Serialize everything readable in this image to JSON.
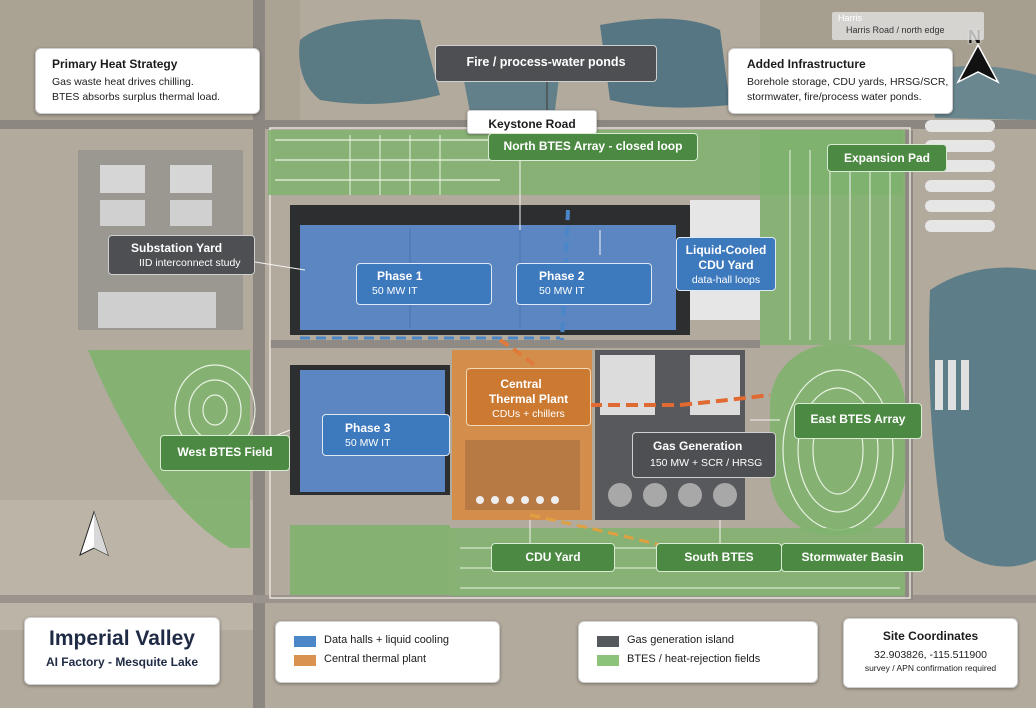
{
  "map": {
    "north_label": "N",
    "harris_short": "Harris",
    "harris_road": "Harris Road / north edge"
  },
  "info": {
    "primary_heat": {
      "title": "Primary Heat Strategy",
      "line1": "Gas waste heat drives chilling.",
      "line2": "BTES absorbs surplus thermal load."
    },
    "added_infra": {
      "title": "Added Infrastructure",
      "line1": "Borehole storage, CDU yards, HRSG/SCR,",
      "line2": "stormwater, fire/process water ponds."
    }
  },
  "callouts": {
    "ponds": "Fire / process-water ponds",
    "keystone_road": "Keystone Road",
    "north_btes": "North BTES Array - closed loop",
    "expansion_pad": "Expansion Pad",
    "substation": {
      "title": "Substation Yard",
      "sub": "IID interconnect study"
    },
    "phase1": {
      "title": "Phase 1",
      "sub": "50 MW IT"
    },
    "phase2": {
      "title": "Phase 2",
      "sub": "50 MW IT"
    },
    "liquid_cdu": {
      "title1": "Liquid-Cooled",
      "title2": "CDU Yard",
      "sub": "data-hall loops"
    },
    "thermal": {
      "title1": "Central",
      "title2": "Thermal Plant",
      "sub": "CDUs + chillers"
    },
    "phase3": {
      "title": "Phase 3",
      "sub": "50 MW IT"
    },
    "gas_gen": {
      "title": "Gas Generation",
      "sub": "150 MW + SCR / HRSG"
    },
    "west_btes": "West BTES Field",
    "east_btes": "East BTES Array",
    "cdu_yard": "CDU Yard",
    "south_btes": "South BTES",
    "stormwater": "Stormwater Basin"
  },
  "legend": {
    "data_halls": "Data halls + liquid cooling",
    "thermal_plant": "Central thermal plant",
    "gas_island": "Gas generation island",
    "btes_fields": "BTES / heat-rejection fields"
  },
  "footer": {
    "title": "Imperial Valley",
    "subtitle": "AI Factory - Mesquite Lake",
    "coords_title": "Site Coordinates",
    "coords_value": "32.903826, -115.511900",
    "coords_note": "survey / APN confirmation required"
  },
  "colors": {
    "data_halls": "#4a86c8",
    "thermal_plant": "#d9924f",
    "gas_island": "#55585c",
    "btes_fields": "#8cc37a"
  }
}
